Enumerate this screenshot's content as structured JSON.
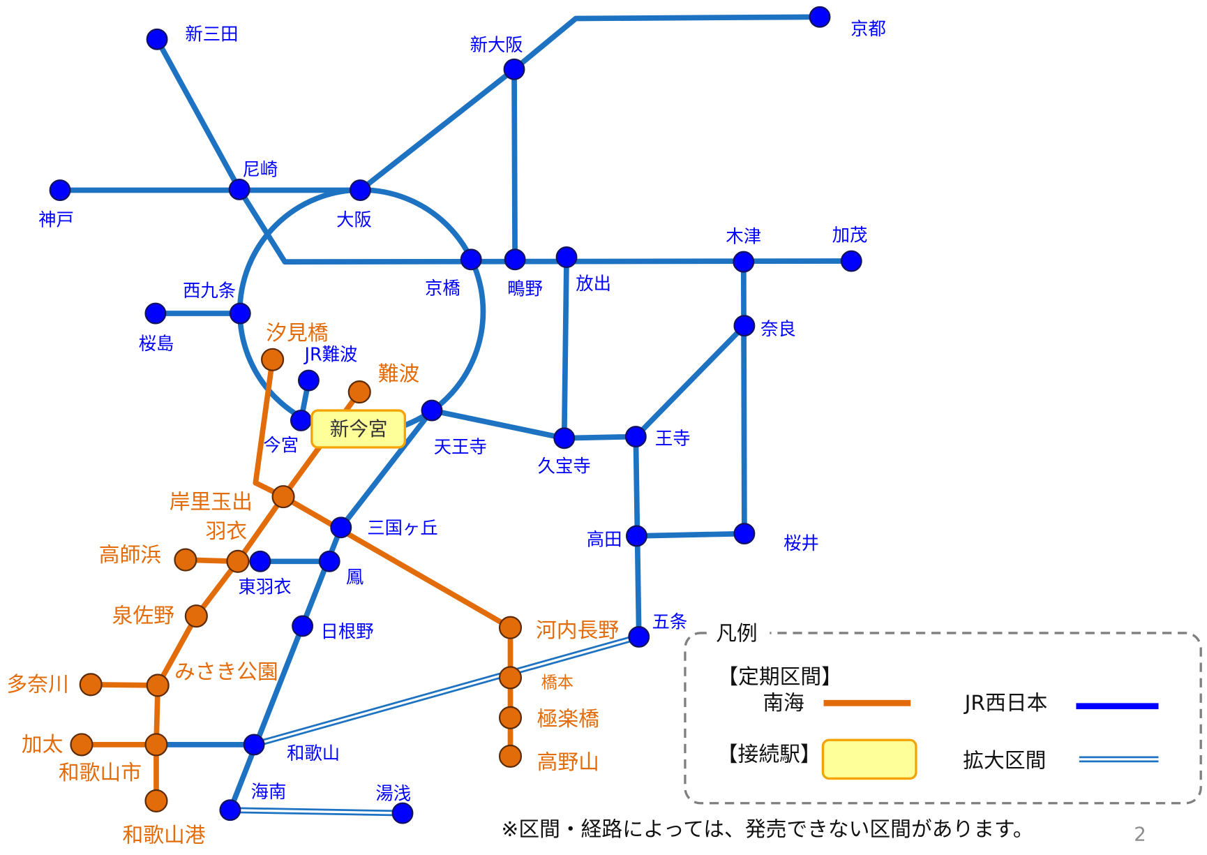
{
  "colors": {
    "jr_line": "#1e72c2",
    "jr_station": "#0000ff",
    "jr_text": "#0000ff",
    "nankai": "#e36c0a",
    "connection_fill": "#ffff99",
    "connection_border": "#f5a300",
    "legend_border": "#7f7f7f",
    "page_number": "#8c8c8c"
  },
  "jr_stations": {
    "shin_sanda": "新三田",
    "kyoto": "京都",
    "shin_osaka": "新大阪",
    "amagasaki": "尼崎",
    "kobe": "神戸",
    "osaka": "大阪",
    "kyobashi": "京橋",
    "shigino": "鴫野",
    "hanaten": "放出",
    "kizu": "木津",
    "kamo": "加茂",
    "nishikujo": "西九条",
    "sakurajima": "桜島",
    "nara": "奈良",
    "jr_namba": "JR難波",
    "imamiya": "今宮",
    "tennoji": "天王寺",
    "kyuhoji": "久宝寺",
    "oji": "王寺",
    "mikunigaoka": "三国ヶ丘",
    "takada": "高田",
    "sakurai": "桜井",
    "higashi_hagoromo": "東羽衣",
    "otori": "鳳",
    "hineno": "日根野",
    "gojo": "五条",
    "wakayama": "和歌山",
    "kainan": "海南",
    "yuasa": "湯浅"
  },
  "nankai_stations": {
    "shiomibashi": "汐見橋",
    "namba": "難波",
    "kishinosato_tamade": "岸里玉出",
    "hagoromo": "羽衣",
    "takashinohama": "高師浜",
    "izumisano": "泉佐野",
    "kawachinagano": "河内長野",
    "misaki_koen": "みさき公園",
    "tanagawa": "多奈川",
    "hashimoto": "橋本",
    "gokurakubashi": "極楽橋",
    "kada": "加太",
    "wakayamashi": "和歌山市",
    "koyasan": "高野山",
    "wakayama_ko": "和歌山港"
  },
  "connection_station": {
    "shin_imamiya": "新今宮"
  },
  "legend": {
    "title": "凡例",
    "regular_section": "【定期区間】",
    "nankai": "南海",
    "jr_west": "JR西日本",
    "connection": "【接続駅】",
    "extended": "拡大区間"
  },
  "note": "※区間・経路によっては、発売できない区間があります。",
  "page_number": "2"
}
